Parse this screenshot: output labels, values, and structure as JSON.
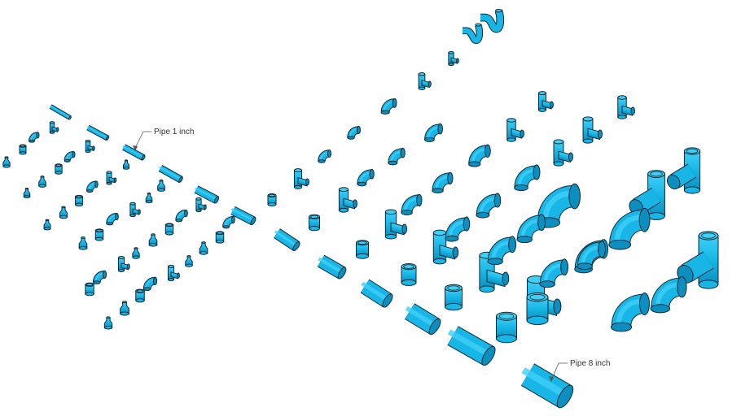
{
  "callouts": {
    "small": {
      "label": "Pipe 1 inch"
    },
    "large": {
      "label": "Pipe 8 inch"
    }
  },
  "colors": {
    "fill": "#17b6e6",
    "fill_light": "#3fd0f7",
    "fill_dark": "#0c8fbf",
    "outline": "#0f2a36",
    "leader": "#555555"
  },
  "fitting_types": [
    "pipe",
    "coupling",
    "elbow-90",
    "elbow-45",
    "tee",
    "wye",
    "sanitary-tee",
    "reducer",
    "p-trap"
  ]
}
